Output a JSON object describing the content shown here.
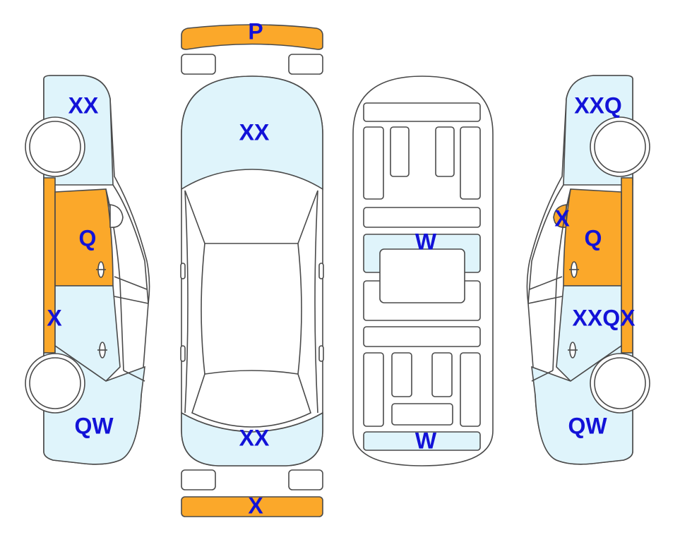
{
  "colors": {
    "damage_orange": "#fba82a",
    "damage_lightblue": "#dff4fb",
    "outline": "#4a4a4a",
    "code_text": "#1212d8"
  },
  "labels": {
    "front_bumper": "P",
    "hood": "XX",
    "trunk": "XX",
    "rear_bumper": "X",
    "underbody_mid": "W",
    "underbody_rear": "W",
    "left_front_fender": "XX",
    "left_front_door": "Q",
    "left_rocker": "X",
    "left_rear_quarter": "QW",
    "right_front_fender": "XXQ",
    "right_a_pillar": "X",
    "right_front_door": "Q",
    "right_rear_door": "XXQX",
    "right_rear_quarter": "QW"
  }
}
